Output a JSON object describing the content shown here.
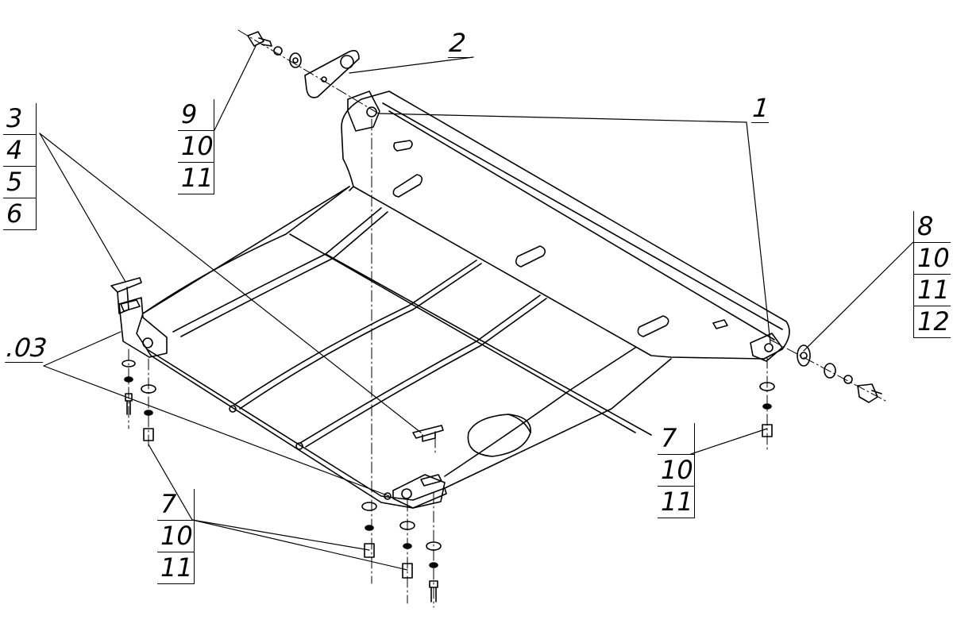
{
  "labels": {
    "part1": "1",
    "part2": "2",
    "group_top_left": [
      "9",
      "10",
      "11"
    ],
    "group_left": [
      "3",
      "4",
      "5",
      "6"
    ],
    "part03": ".03",
    "group_right": [
      "8",
      "10",
      "11",
      "12"
    ],
    "group_mid_right": [
      "7",
      "10",
      "11"
    ],
    "group_bottom_left": [
      "7",
      "10",
      "11"
    ]
  }
}
